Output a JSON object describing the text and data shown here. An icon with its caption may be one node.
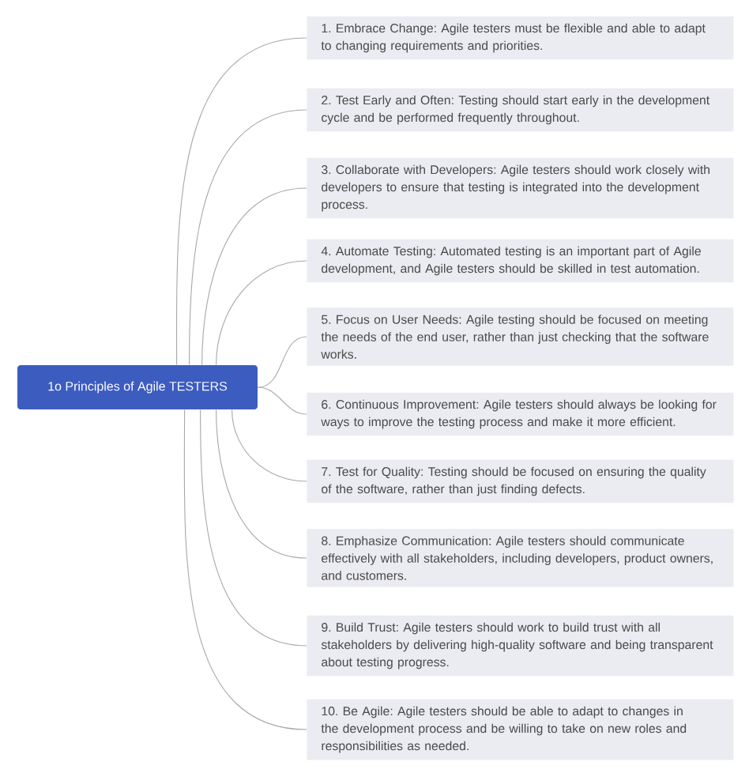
{
  "diagram": {
    "nodes": [
      {
        "text": [
          "1o Principles of Agile TESTERS"
        ]
      },
      {
        "text": [
          "1. Embrace Change: Agile testers must be flexible and able to adapt to changing requirements and priorities."
        ]
      },
      {
        "text": [
          "2. Test Early and Often: Testing should start early in the development cycle and be performed frequently throughout."
        ]
      },
      {
        "text": [
          "3. Collaborate with Developers: Agile testers should work closely with developers to ensure that testing is integrated into the development process."
        ]
      },
      {
        "text": [
          "4. Automate Testing: Automated testing is an important part of Agile development, and Agile testers should be skilled in test automation."
        ]
      },
      {
        "text": [
          "5. Focus on User Needs: Agile testing should be focused on meeting the needs of the end user, rather than just checking that the software works."
        ]
      },
      {
        "text": [
          "6. Continuous Improvement: Agile testers should always be looking for ways to improve the testing process and make it more efficient."
        ]
      },
      {
        "text": [
          "7. Test for Quality: Testing should be focused on ensuring the quality of the software, rather than just finding defects."
        ]
      },
      {
        "text": [
          "8. Emphasize Communication: Agile testers should communicate effectively with all stakeholders, including developers, product owners, and customers."
        ]
      },
      {
        "text": [
          "9. Build Trust: Agile testers should work to build trust with all stakeholders by delivering high-quality software and being transparent about testing progress."
        ]
      },
      {
        "text": [
          "10. Be Agile: Agile testers should be able to adapt to changes in the development process and be willing to take on new roles and responsibilities as needed."
        ]
      }
    ],
    "edges": [
      {
        "from": 0,
        "to": 1,
        "arrow": "none"
      },
      {
        "from": 0,
        "to": 2,
        "arrow": "none"
      },
      {
        "from": 0,
        "to": 3,
        "arrow": "none"
      },
      {
        "from": 0,
        "to": 4,
        "arrow": "none"
      },
      {
        "from": 0,
        "to": 5,
        "arrow": "none"
      },
      {
        "from": 0,
        "to": 6,
        "arrow": "none"
      },
      {
        "from": 0,
        "to": 7,
        "arrow": "none"
      },
      {
        "from": 0,
        "to": 8,
        "arrow": "none"
      },
      {
        "from": 0,
        "to": 9,
        "arrow": "none"
      },
      {
        "from": 0,
        "to": 10,
        "arrow": "none"
      }
    ]
  }
}
